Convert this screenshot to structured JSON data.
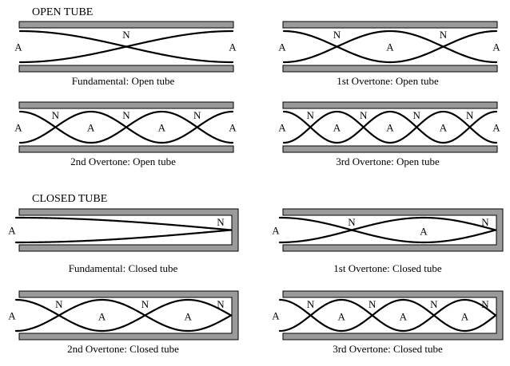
{
  "sections": {
    "open_title": "OPEN TUBE",
    "closed_title": "CLOSED TUBE"
  },
  "label_letters": {
    "node": "N",
    "antinode": "A"
  },
  "tubes": [
    {
      "id": "open-fundamental",
      "type": "open",
      "caption": "Fundamental: Open tube",
      "half_wavelengths": 1
    },
    {
      "id": "open-1st-overtone",
      "type": "open",
      "caption": "1st Overtone: Open tube",
      "half_wavelengths": 2
    },
    {
      "id": "open-2nd-overtone",
      "type": "open",
      "caption": "2nd Overtone: Open tube",
      "half_wavelengths": 3
    },
    {
      "id": "open-3rd-overtone",
      "type": "open",
      "caption": "3rd Overtone: Open tube",
      "half_wavelengths": 4
    },
    {
      "id": "closed-fundamental",
      "type": "closed",
      "caption": "Fundamental: Closed tube",
      "quarter_wavelengths": 1
    },
    {
      "id": "closed-1st-overtone",
      "type": "closed",
      "caption": "1st Overtone: Closed tube",
      "quarter_wavelengths": 3
    },
    {
      "id": "closed-2nd-overtone",
      "type": "closed",
      "caption": "2nd Overtone: Closed tube",
      "quarter_wavelengths": 5
    },
    {
      "id": "closed-3rd-overtone",
      "type": "closed",
      "caption": "3rd Overtone: Closed tube",
      "quarter_wavelengths": 7
    }
  ],
  "colors": {
    "wall": "#9a9a9a",
    "wave": "#000000",
    "background": "#ffffff"
  }
}
